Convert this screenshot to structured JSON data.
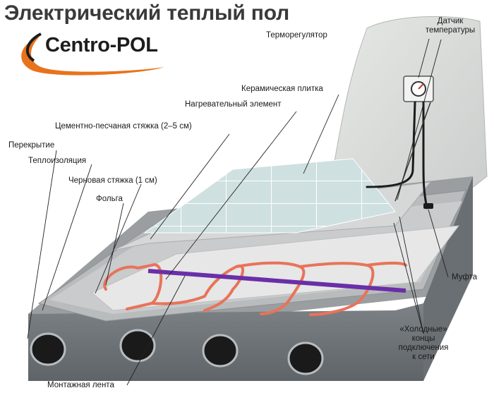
{
  "title": "Электрический теплый пол",
  "logo": {
    "text": "Centro-POL",
    "accent_color": "#e8731c"
  },
  "labels": {
    "sensor_line1": "Датчик",
    "sensor_line2": "температуры",
    "thermostat": "Терморегулятор",
    "ceramic_tile": "Керамическая плитка",
    "heating_element": "Нагревательный элемент",
    "screed": "Цементно-песчаная стяжка (2–5 см)",
    "slab": "Перекрытие",
    "insulation": "Теплоизоляция",
    "rough_screed": "Черновая стяжка (1 см)",
    "foil": "Фольга",
    "coupling": "Муфта",
    "cold_ends_line1": "«Холодные»",
    "cold_ends_line2": "концы",
    "cold_ends_line3": "подключения",
    "cold_ends_line4": "к сети",
    "mounting_tape": "Монтажная лента"
  },
  "colors": {
    "heating_cable": "#e8735a",
    "mounting_tape": "#6a2fa8",
    "tile": "#c8dcdc",
    "concrete": "#8f9498"
  }
}
